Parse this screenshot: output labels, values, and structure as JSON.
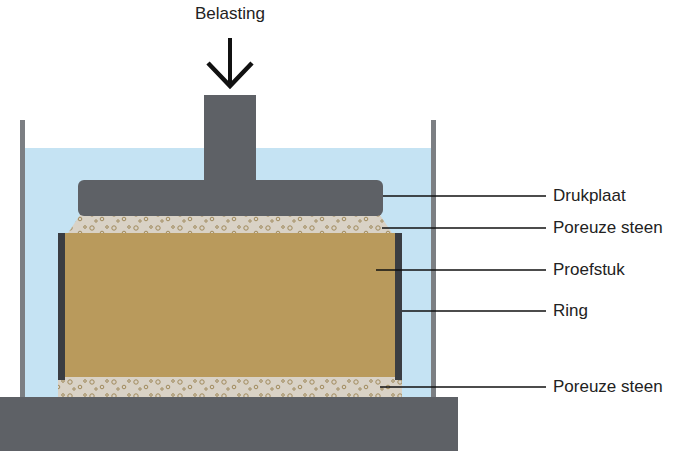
{
  "diagram": {
    "labels": [
      "Belasting",
      "Drukplaat",
      "Poreuze steen",
      "Proefstuk",
      "Ring",
      "Poreuze steen"
    ]
  }
}
